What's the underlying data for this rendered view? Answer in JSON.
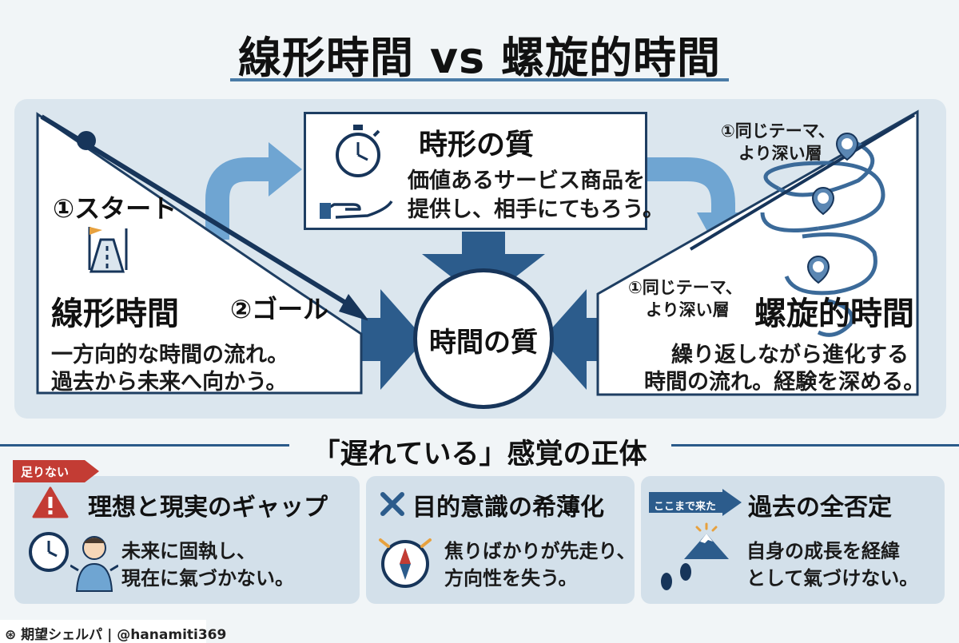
{
  "title": "線形時間 vs 螺旋的時間",
  "linear": {
    "start_label": "①スタート",
    "goal_label": "②ゴール",
    "heading": "線形時間",
    "desc_line1": "一方向的な時間の流れ。",
    "desc_line2": "過去から未来へ向かう。"
  },
  "top_box": {
    "heading": "時形の質",
    "line1": "価値あるサービス商品を",
    "line2": "提供し、相手にてもろう。"
  },
  "spiral": {
    "top_label_line1": "①同じテーマ、",
    "top_label_line2": "より深い層",
    "mid_label_line1": "①同じテーマ、",
    "mid_label_line2": "より深い層",
    "heading": "螺旋的時間",
    "desc_line1": "繰り返しながら進化する",
    "desc_line2": "時間の流れ。経験を深める。"
  },
  "center": {
    "label": "時間の質"
  },
  "section_title": "「遅れている」感覚の正体",
  "cards": [
    {
      "tag": "足りない",
      "title": "理想と現実のギャップ",
      "line1": "未来に固執し、",
      "line2": "現在に氣づかない。",
      "icons": [
        "warning-icon",
        "clock-icon",
        "shrugging-person-icon"
      ]
    },
    {
      "title": "目的意識の希薄化",
      "line1": "焦りばかりが先走り、",
      "line2": "方向性を失う。",
      "icons": [
        "cross-icon",
        "compass-icon"
      ]
    },
    {
      "tag": "ここまで来た",
      "title": "過去の全否定",
      "line1": "自身の成長を経緯",
      "line2": "として氣づけない。",
      "icons": [
        "mountain-icon",
        "footprints-icon"
      ]
    }
  ],
  "footer": {
    "text": "⊛ 期望シェルパ | @hanamiti369"
  },
  "colors": {
    "navy": "#17355a",
    "arrow_blue": "#2c5c8c",
    "light_arrow": "#6fa5d2",
    "panel": "#dbe6ee",
    "warning_red": "#c33c34",
    "background": "#f1f5f7"
  }
}
